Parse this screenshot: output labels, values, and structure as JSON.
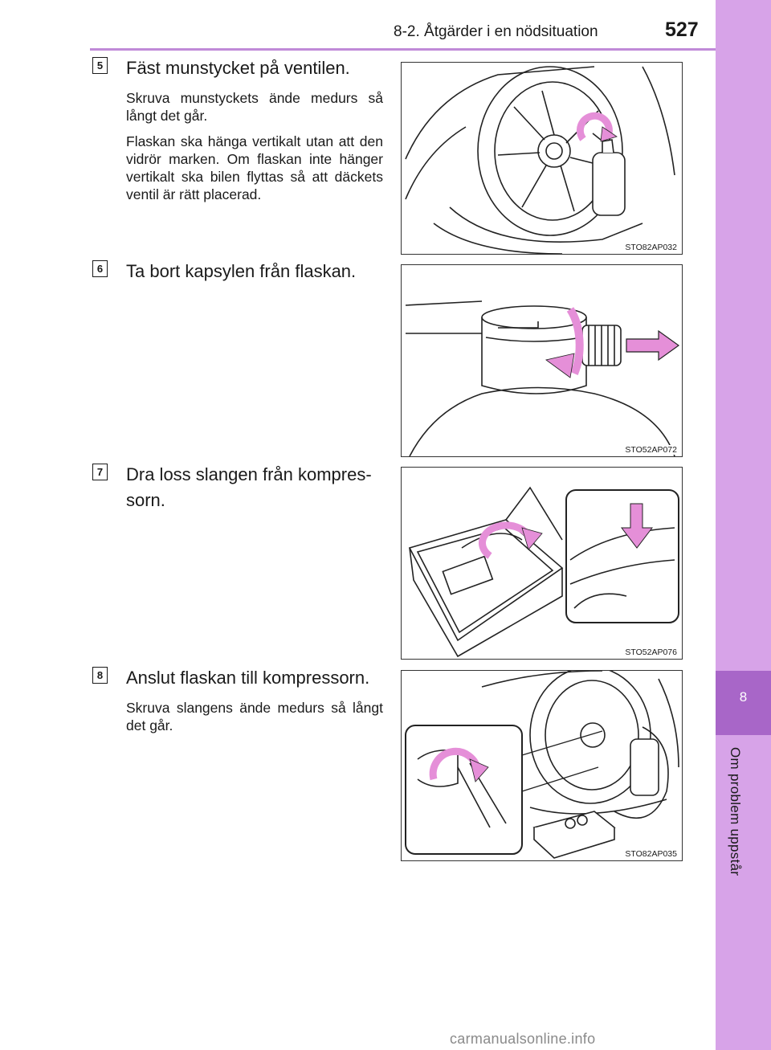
{
  "header": {
    "section_title": "8-2. Åtgärder i en nödsituation",
    "page_number": "527",
    "accent_color": "#c08ad8"
  },
  "sidebar": {
    "chapter_number": "8",
    "chapter_title": "Om problem uppstår",
    "color": "#d7a3e8",
    "dark_color": "#a866c8"
  },
  "steps": [
    {
      "number": "5",
      "title": "Fäst munstycket på ventilen.",
      "paragraphs": [
        "Skruva munstyckets ände medurs så långt det går.",
        "Flaskan ska hänga vertikalt utan att den vidrör marken. Om flaskan inte hänger vertikalt ska bilen flyt­tas så att däckets ventil är rätt pla­cerad."
      ],
      "figure_code": "STO82AP032",
      "figure_icon": "wheel-nozzle-illustration"
    },
    {
      "number": "6",
      "title": "Ta bort kapsylen från flaskan.",
      "paragraphs": [],
      "figure_code": "STO52AP072",
      "figure_icon": "bottle-cap-illustration"
    },
    {
      "number": "7",
      "title": "Dra loss slangen från kompres-sorn.",
      "paragraphs": [],
      "figure_code": "STO52AP076",
      "figure_icon": "compressor-hose-illustration"
    },
    {
      "number": "8",
      "title": "Anslut flaskan till kompressorn.",
      "paragraphs": [
        "Skruva slangens ände medurs så långt det går."
      ],
      "figure_code": "STO82AP035",
      "figure_icon": "bottle-compressor-illustration"
    }
  ],
  "watermark": "carmanualsonline.info",
  "arrow_color": "#e58fd8"
}
